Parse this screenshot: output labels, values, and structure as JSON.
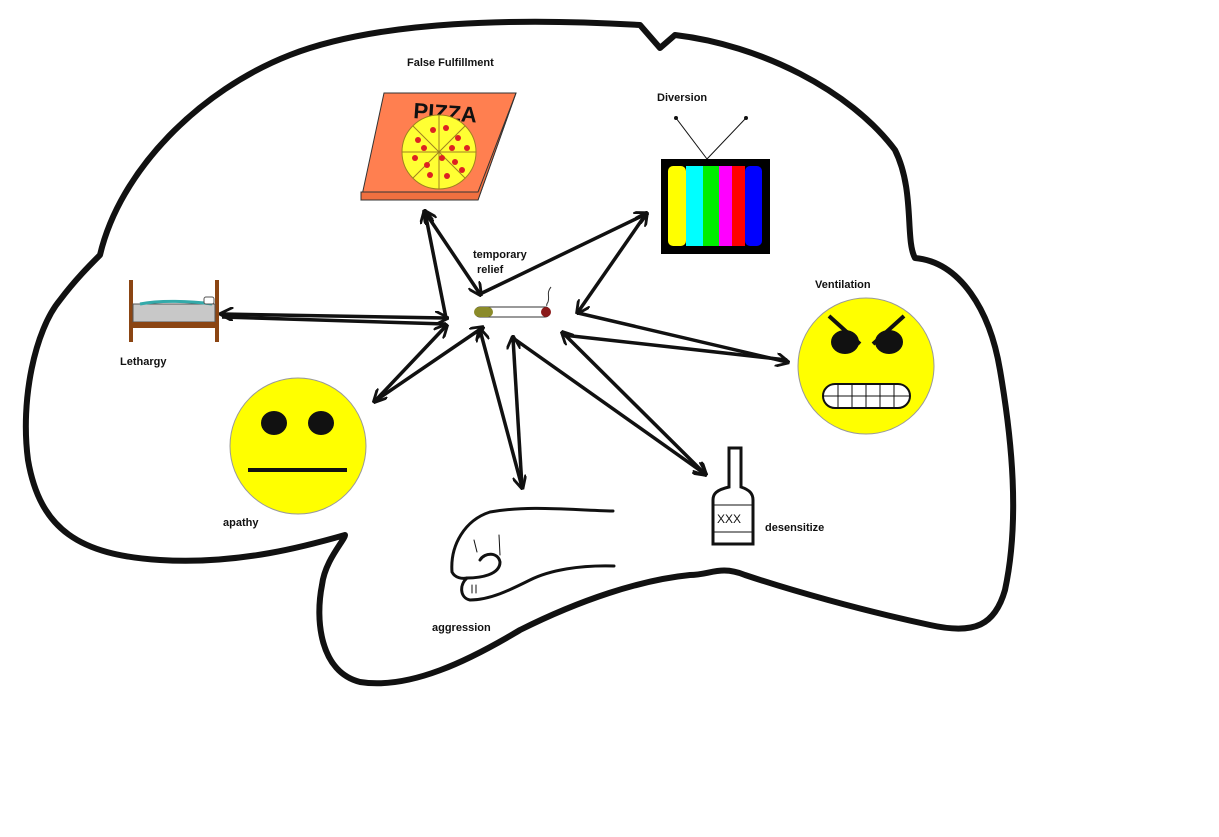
{
  "title": "temporary relief",
  "center": {
    "label_line1": "temporary",
    "label_line2": "relief",
    "icon": "cigarette-icon"
  },
  "nodes": [
    {
      "id": "false-fulfillment",
      "label": "False Fulfillment",
      "icon": "pizza-box-icon",
      "box_text": "PIZZA"
    },
    {
      "id": "diversion",
      "label": "Diversion",
      "icon": "television-icon"
    },
    {
      "id": "ventilation",
      "label": "Ventilation",
      "icon": "angry-face-icon"
    },
    {
      "id": "desensitize",
      "label": "desensitize",
      "icon": "liquor-bottle-icon",
      "bottle_text": "XXX"
    },
    {
      "id": "aggression",
      "label": "aggression",
      "icon": "fist-icon"
    },
    {
      "id": "apathy",
      "label": "apathy",
      "icon": "neutral-face-icon"
    },
    {
      "id": "lethargy",
      "label": "Lethargy",
      "icon": "bed-icon"
    }
  ],
  "colors": {
    "pizza_box": "#ff7f50",
    "pizza": "#ffff33",
    "pepperoni": "#dd2222",
    "face": "#ffff00",
    "tv_bars": [
      "#ffff00",
      "#00ffff",
      "#00ee00",
      "#ff00ff",
      "#ff0000",
      "#0000ff"
    ],
    "bed_wood": "#8b4513",
    "filter": "#8b8b2a"
  }
}
